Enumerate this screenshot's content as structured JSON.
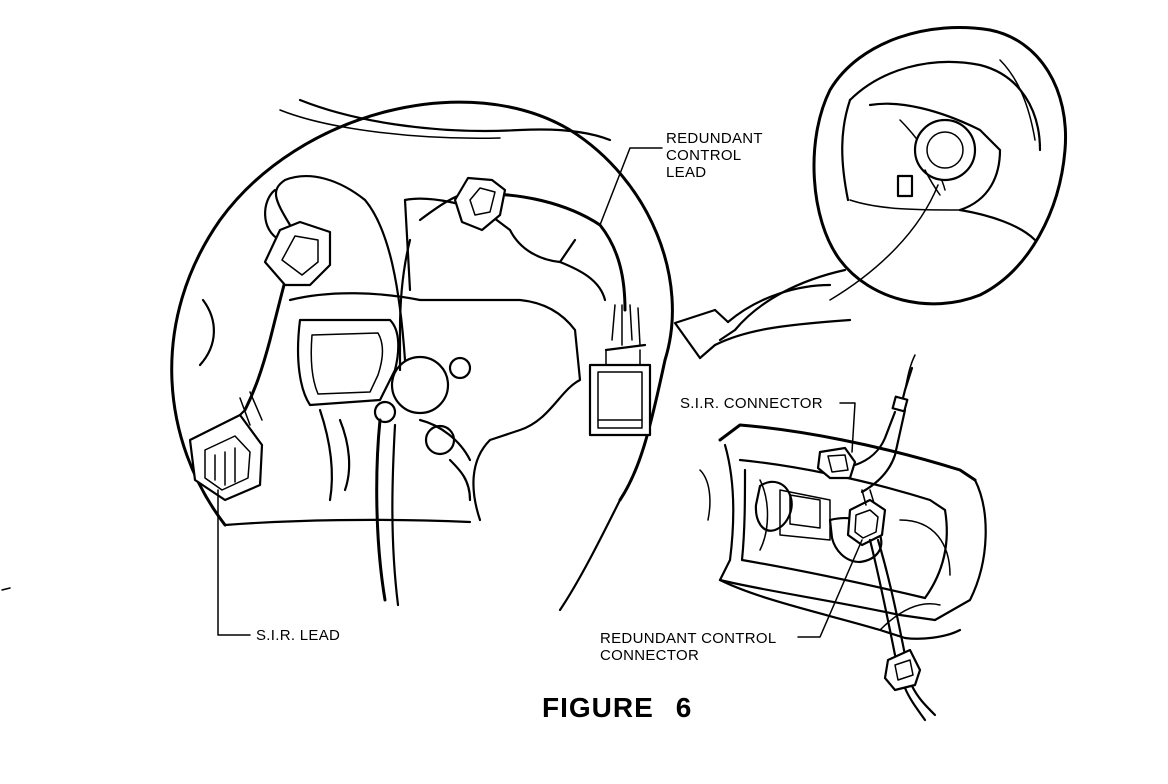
{
  "labels": {
    "redundant_control_lead": [
      "REDUNDANT",
      "CONTROL",
      "LEAD"
    ],
    "sir_connector": "S.I.R. CONNECTOR",
    "sir_lead": "S.I.R. LEAD",
    "redundant_control_connector": [
      "REDUNDANT CONTROL",
      "CONNECTOR"
    ]
  },
  "figure": {
    "word": "FIGURE",
    "number": "6"
  }
}
